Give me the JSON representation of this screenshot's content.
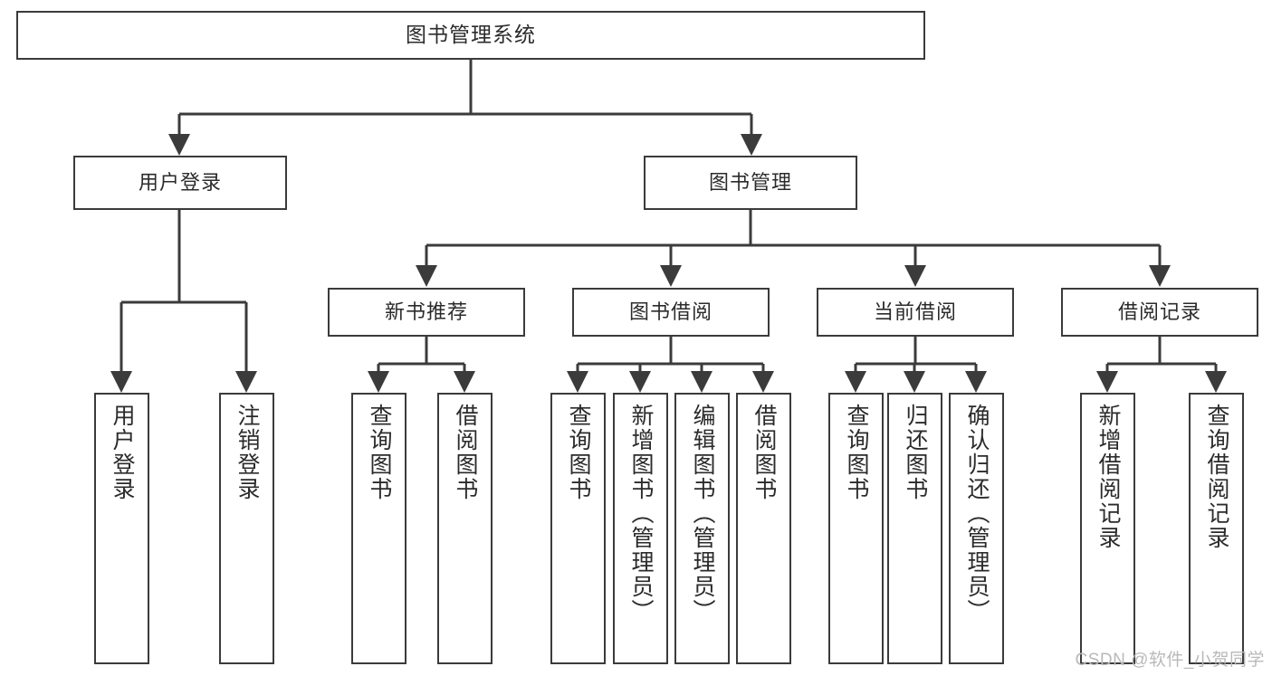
{
  "diagram": {
    "type": "tree-hierarchy-chart",
    "title_node": {
      "id": "root",
      "label": "图书管理系统"
    },
    "level2": [
      {
        "id": "user-login",
        "label": "用户登录"
      },
      {
        "id": "book-management",
        "label": "图书管理"
      }
    ],
    "level3": [
      {
        "id": "new-book-recommend",
        "label": "新书推荐",
        "parent": "book-management"
      },
      {
        "id": "book-borrow",
        "label": "图书借阅",
        "parent": "book-management"
      },
      {
        "id": "current-borrow",
        "label": "当前借阅",
        "parent": "book-management"
      },
      {
        "id": "borrow-record",
        "label": "借阅记录",
        "parent": "book-management"
      }
    ],
    "leaves": [
      {
        "id": "leaf-user-login",
        "label": "用户登录",
        "parent": "user-login"
      },
      {
        "id": "leaf-logout",
        "label": "注销登录",
        "parent": "user-login"
      },
      {
        "id": "leaf-query-book-1",
        "label": "查询图书",
        "parent": "new-book-recommend"
      },
      {
        "id": "leaf-borrow-book-1",
        "label": "借阅图书",
        "parent": "new-book-recommend"
      },
      {
        "id": "leaf-query-book-2",
        "label": "查询图书",
        "parent": "book-borrow"
      },
      {
        "id": "leaf-add-book",
        "label": "新增图书（管理员）",
        "parent": "book-borrow"
      },
      {
        "id": "leaf-edit-book",
        "label": "编辑图书（管理员）",
        "parent": "book-borrow"
      },
      {
        "id": "leaf-borrow-book-2",
        "label": "借阅图书",
        "parent": "book-borrow"
      },
      {
        "id": "leaf-query-book-3",
        "label": "查询图书",
        "parent": "current-borrow"
      },
      {
        "id": "leaf-return-book",
        "label": "归还图书",
        "parent": "current-borrow"
      },
      {
        "id": "leaf-confirm-return",
        "label": "确认归还（管理员）",
        "parent": "current-borrow"
      },
      {
        "id": "leaf-add-record",
        "label": "新增借阅记录",
        "parent": "borrow-record"
      },
      {
        "id": "leaf-query-record",
        "label": "查询借阅记录",
        "parent": "borrow-record"
      }
    ],
    "watermark": "CSDN @软件_小贺同学",
    "colors": {
      "box_border": "#3b3b3b",
      "connector": "#3b3b3b",
      "background": "#ffffff",
      "text": "#2b2b2b",
      "watermark": "#b9b9b9"
    }
  }
}
